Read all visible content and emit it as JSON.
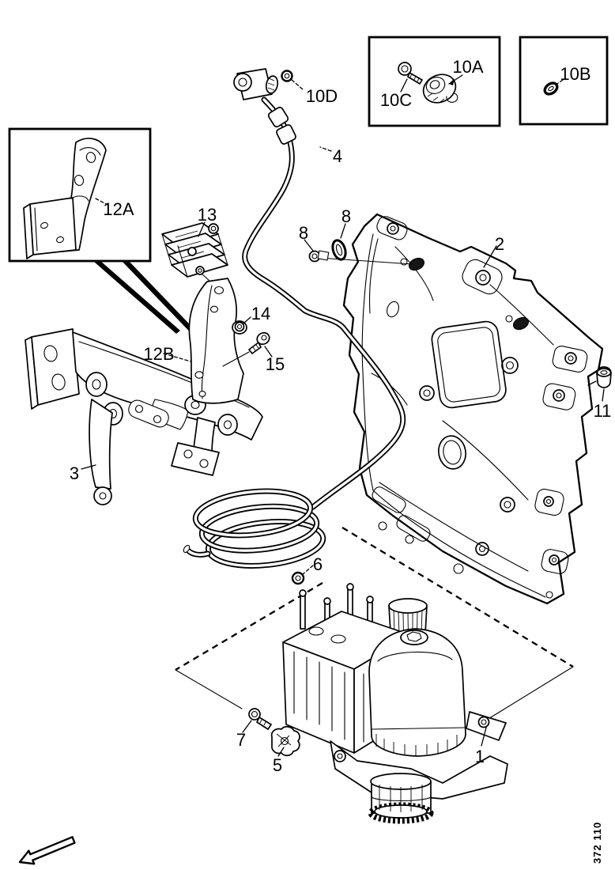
{
  "figure_number": "372 110",
  "callouts": {
    "n1": {
      "label": "1"
    },
    "n2": {
      "label": "2"
    },
    "n3": {
      "label": "3"
    },
    "n4": {
      "label": "4"
    },
    "n5": {
      "label": "5"
    },
    "n6": {
      "label": "6"
    },
    "n7": {
      "label": "7"
    },
    "n8a": {
      "label": "8"
    },
    "n8b": {
      "label": "8"
    },
    "n10A": {
      "label": "10A"
    },
    "n10B": {
      "label": "10B"
    },
    "n10C": {
      "label": "10C"
    },
    "n10D": {
      "label": "10D"
    },
    "n11": {
      "label": "11"
    },
    "n12A": {
      "label": "12A"
    },
    "n12B": {
      "label": "12B"
    },
    "n13": {
      "label": "13"
    },
    "n14": {
      "label": "14"
    },
    "n15": {
      "label": "15"
    }
  }
}
